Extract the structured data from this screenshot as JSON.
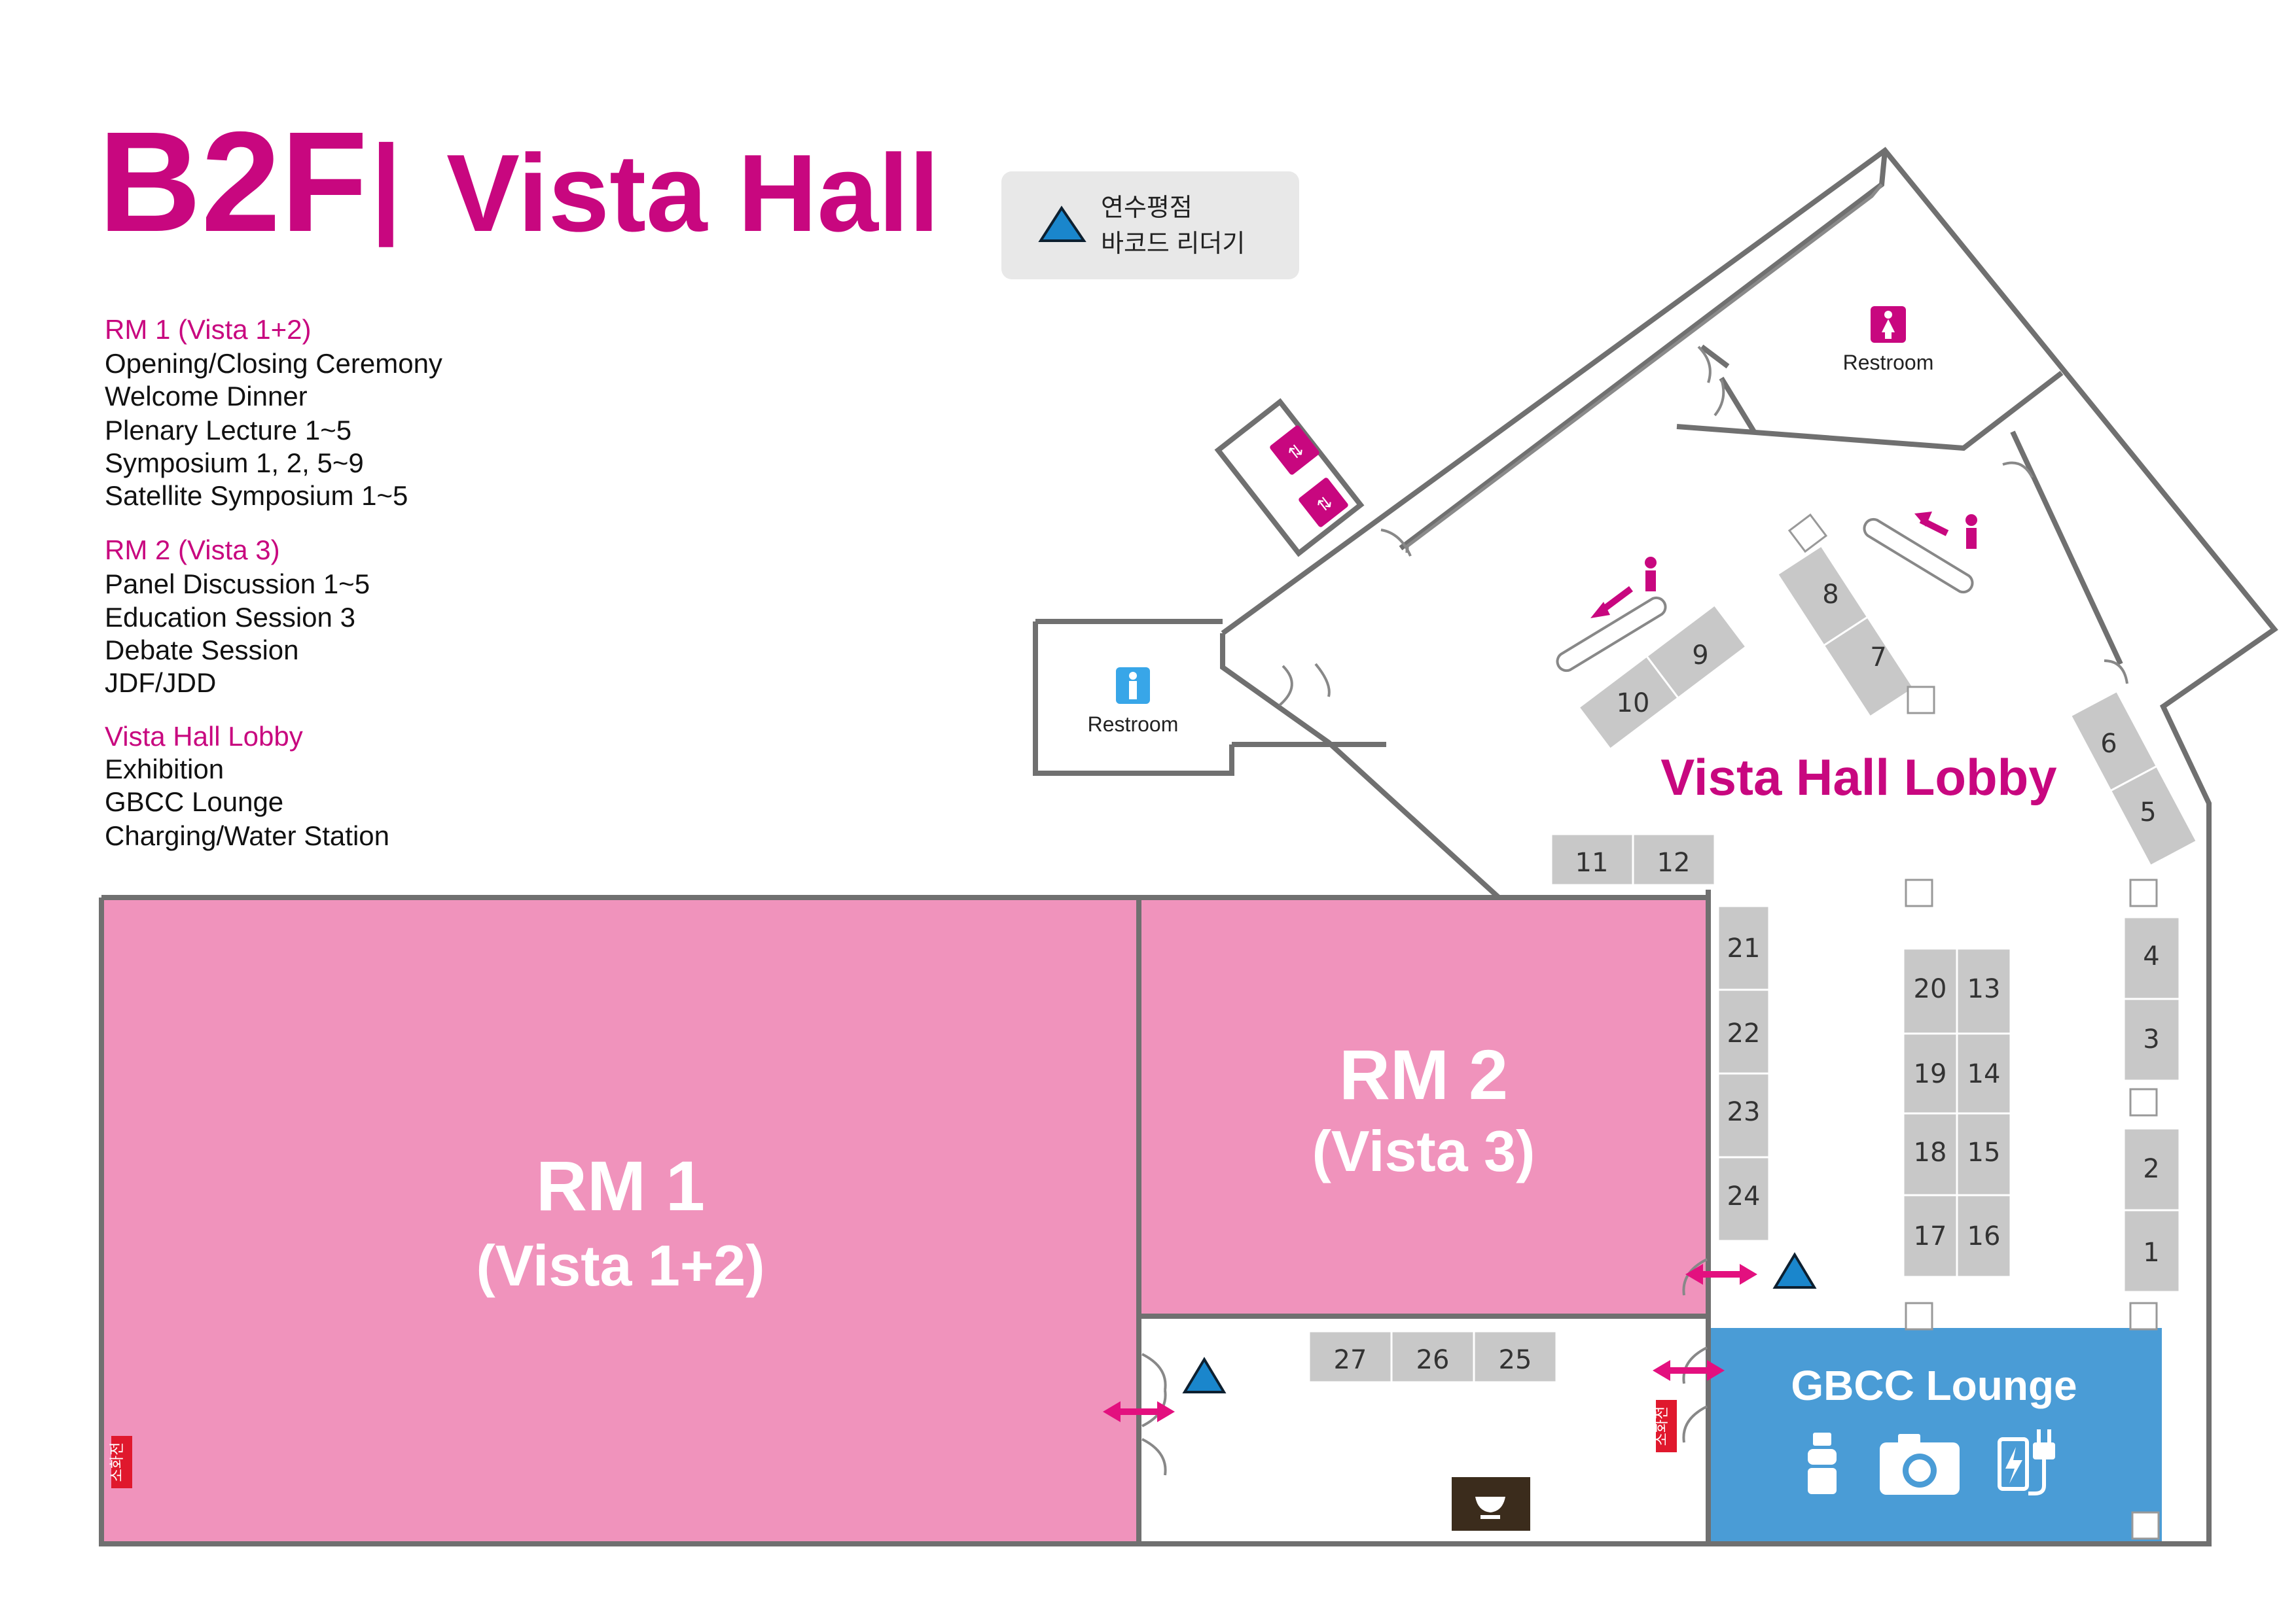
{
  "header": {
    "floor": "B2F",
    "separator": "|",
    "hall": "Vista Hall"
  },
  "legend_box": {
    "line1": "연수평점",
    "line2": "바코드 리더기",
    "icon": "blue-triangle-icon"
  },
  "directory": [
    {
      "title": "RM 1 (Vista 1+2)",
      "items": [
        "Opening/Closing Ceremony",
        "Welcome Dinner",
        "Plenary Lecture 1~5",
        "Symposium 1, 2, 5~9",
        "Satellite Symposium 1~5"
      ]
    },
    {
      "title": "RM 2 (Vista 3)",
      "items": [
        "Panel Discussion 1~5",
        "Education Session 3",
        "Debate Session",
        "JDF/JDD"
      ]
    },
    {
      "title": "Vista Hall Lobby",
      "items": [
        "Exhibition",
        "GBCC Lounge",
        "Charging/Water Station"
      ]
    }
  ],
  "rooms": {
    "rm1_name": "RM 1",
    "rm1_sub": "(Vista 1+2)",
    "rm2_name": "RM 2",
    "rm2_sub": "(Vista 3)",
    "lobby": "Vista Hall Lobby",
    "lounge": "GBCC Lounge",
    "restroom_women": "Restroom",
    "restroom_men": "Restroom",
    "extinguisher_1": "소화전",
    "extinguisher_2": "소화전"
  },
  "booths": [
    "1",
    "2",
    "3",
    "4",
    "5",
    "6",
    "7",
    "8",
    "9",
    "10",
    "11",
    "12",
    "13",
    "14",
    "15",
    "16",
    "17",
    "18",
    "19",
    "20",
    "21",
    "22",
    "23",
    "24",
    "25",
    "26",
    "27"
  ],
  "icons": {
    "water": "water-bottle-icon",
    "camera": "camera-icon",
    "charging": "charging-icon",
    "coffee": "coffee-cup-icon",
    "elevator": "elevator-icon",
    "escalator": "escalator-icon",
    "door_arrow": "double-arrow-icon"
  },
  "colors": {
    "magenta": "#c8077f",
    "room_pink": "#f093bc",
    "lounge_blue": "#4a9cd6",
    "booth_gray": "#c8c8c8",
    "legend_gray": "#e8e8e8",
    "triangle_blue": "#1a86cc",
    "extinguisher_red": "#e0182d"
  }
}
